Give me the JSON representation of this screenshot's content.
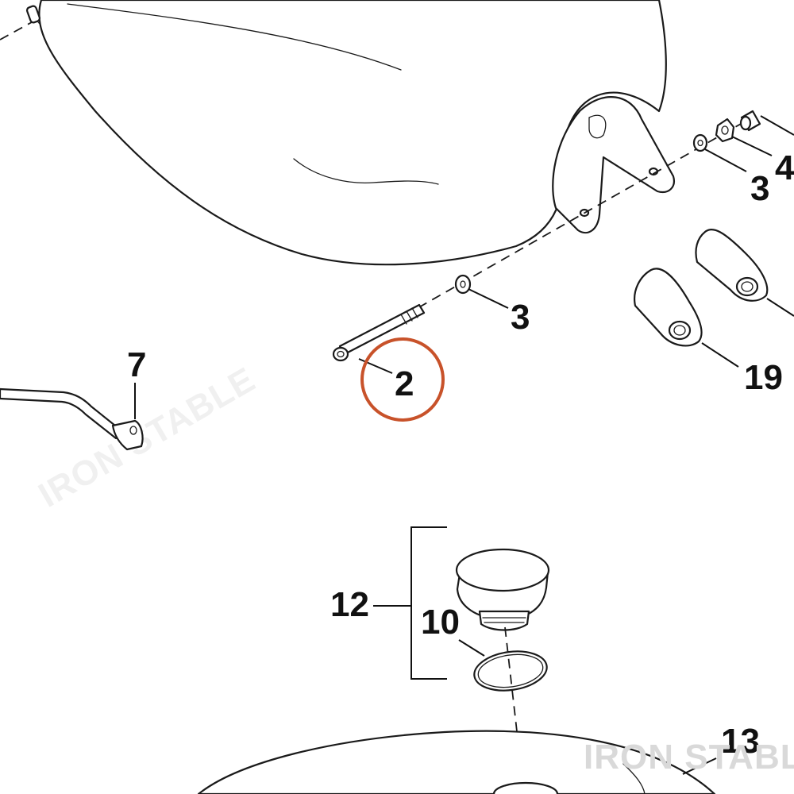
{
  "diagram": {
    "callouts": {
      "c2": "2",
      "c3a": "3",
      "c3b": "3",
      "c4": "4",
      "c7": "7",
      "c10": "10",
      "c12": "12",
      "c13": "13",
      "c19": "19"
    },
    "highlight_color": "#c8522a",
    "watermark": {
      "diagonal_text": "IRON STABLE",
      "corner_text": "IRON STABLE",
      "color": "#d9d9d9"
    }
  }
}
